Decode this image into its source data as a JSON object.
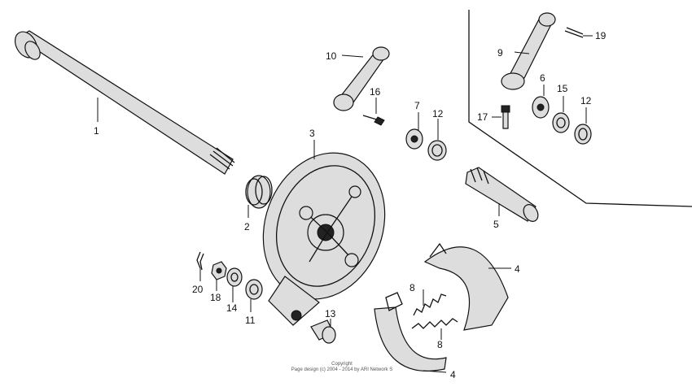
{
  "labels": {
    "p1": "1",
    "p2": "2",
    "p3": "3",
    "p4a": "4",
    "p4b": "4",
    "p5": "5",
    "p6": "6",
    "p7": "7",
    "p8a": "8",
    "p8b": "8",
    "p9": "9",
    "p10": "10",
    "p11": "11",
    "p12a": "12",
    "p12b": "12",
    "p13": "13",
    "p14": "14",
    "p15": "15",
    "p16": "16",
    "p17": "17",
    "p18": "18",
    "p19": "19",
    "p20": "20"
  },
  "copyright": {
    "line1": "Copyright",
    "line2": "Page design (c) 2004 - 2014 by ARI Network S"
  }
}
